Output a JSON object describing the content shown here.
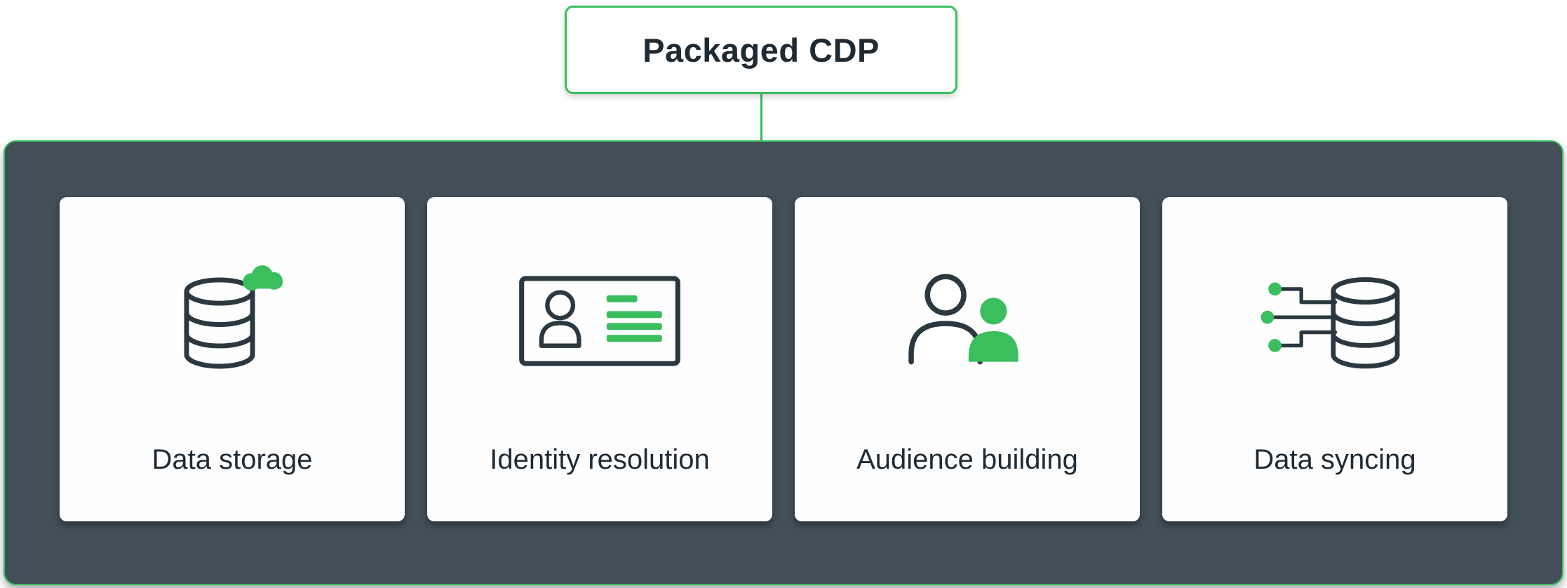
{
  "colors": {
    "accent": "#3BBE5E",
    "container_bg": "#424F57",
    "card_bg": "#FEFEFE",
    "outline": "#2B3840",
    "text": "#1F2A33",
    "page_bg": "#FFFFFF"
  },
  "diagram": {
    "title": "Packaged CDP",
    "cards": [
      {
        "label": "Data storage",
        "icon": "database-cloud-icon"
      },
      {
        "label": "Identity resolution",
        "icon": "id-card-icon"
      },
      {
        "label": "Audience building",
        "icon": "people-icon"
      },
      {
        "label": "Data syncing",
        "icon": "database-network-icon"
      }
    ]
  }
}
